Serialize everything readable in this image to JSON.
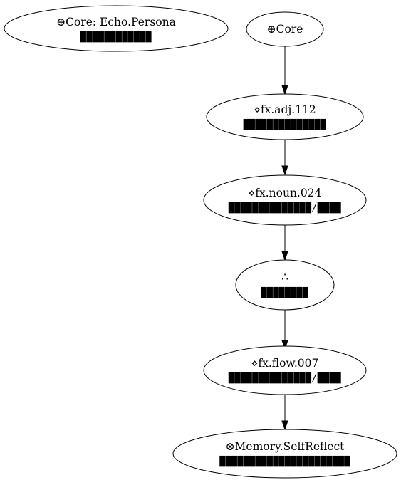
{
  "diagram": {
    "nodes": [
      {
        "id": "persona",
        "title": "⊕Core: Echo.Persona",
        "subtitle": "████████████"
      },
      {
        "id": "core",
        "title": "⊕Core",
        "subtitle": ""
      },
      {
        "id": "adj",
        "title": "⋄fx.adj.112",
        "subtitle": "██████████████"
      },
      {
        "id": "noun",
        "title": "⋄fx.noun.024",
        "subtitle": "██████████████/████"
      },
      {
        "id": "therefore",
        "title": "∴",
        "subtitle": "████████"
      },
      {
        "id": "flow",
        "title": "⋄fx.flow.007",
        "subtitle": "██████████████/████"
      },
      {
        "id": "memory",
        "title": "⊗Memory.SelfReflect",
        "subtitle": "██████████████████████"
      }
    ],
    "edges": [
      {
        "from": "core",
        "to": "adj"
      },
      {
        "from": "adj",
        "to": "noun"
      },
      {
        "from": "noun",
        "to": "therefore"
      },
      {
        "from": "therefore",
        "to": "flow"
      },
      {
        "from": "flow",
        "to": "memory"
      }
    ]
  }
}
